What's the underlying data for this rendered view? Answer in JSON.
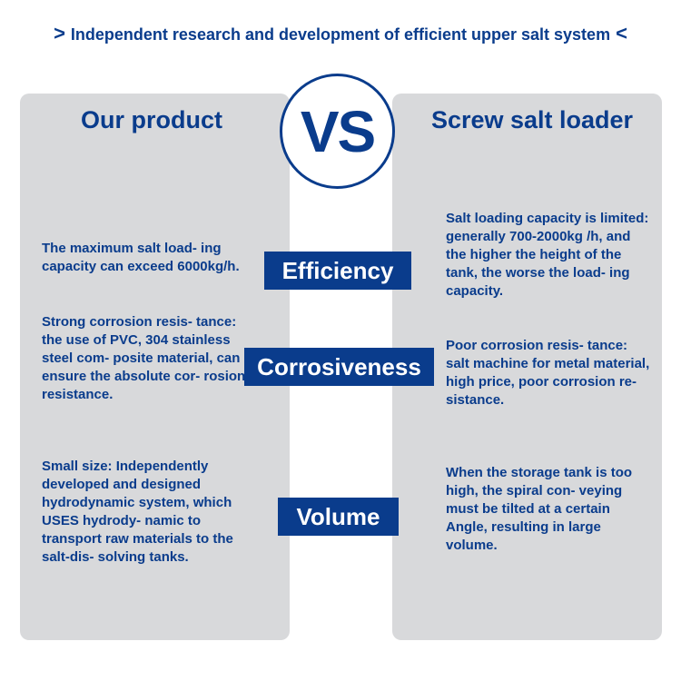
{
  "header": {
    "left_arrow": ">",
    "title": "Independent research and development of efficient upper salt system",
    "right_arrow": "<"
  },
  "left_panel": {
    "title": "Our product",
    "efficiency_text": "The maximum salt load- ing capacity can exceed 6000kg/h.",
    "corrosiveness_text": "Strong corrosion resis- tance: the use of PVC, 304 stainless steel com- posite material, can ensure the absolute cor- rosion resistance.",
    "volume_text": "Small size: Independently developed and designed hydrodynamic system, which USES hydrody- namic to transport raw materials to the salt-dis- solving tanks."
  },
  "vs": {
    "text": "VS"
  },
  "right_panel": {
    "title": "Screw salt loader",
    "efficiency_text": "Salt loading capacity is limited: generally 700-2000kg /h, and the higher the height of the tank, the worse the load- ing capacity.",
    "corrosiveness_text": "Poor corrosion resis- tance: salt machine for metal material, high price, poor corrosion re- sistance.",
    "volume_text": "When the storage tank is too high, the spiral con- veying must be tilted at a certain Angle, resulting in large volume."
  },
  "labels": {
    "efficiency": "Efficiency",
    "corrosiveness": "Corrosiveness",
    "volume": "Volume"
  },
  "colors": {
    "brand_blue": "#0a3c8c",
    "panel_gray": "#d8d9db",
    "background": "#ffffff"
  }
}
